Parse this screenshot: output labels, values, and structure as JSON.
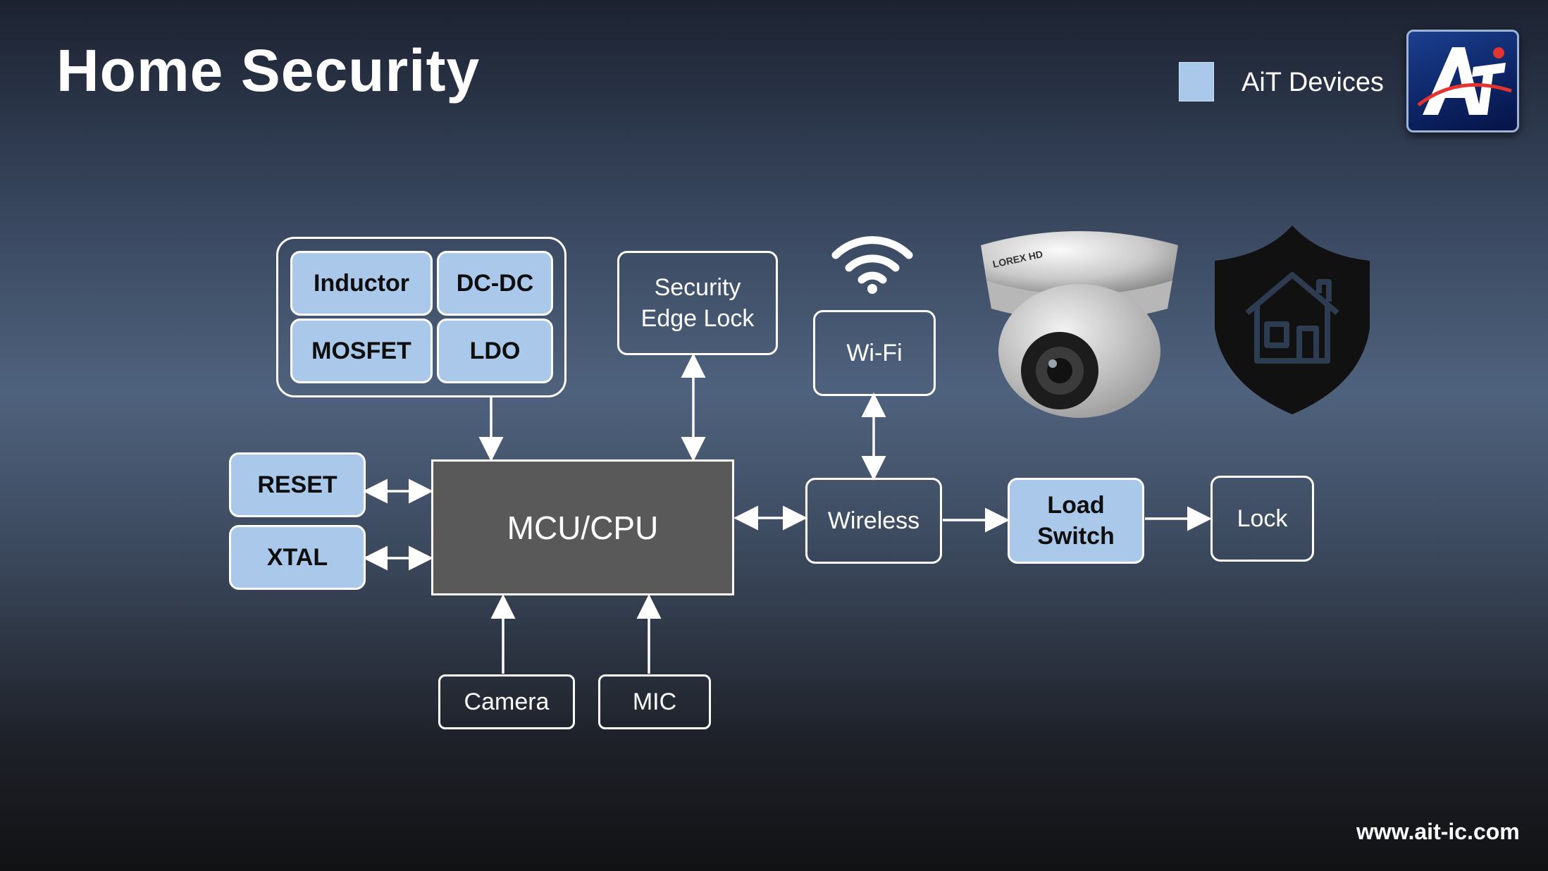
{
  "title": "Home Security",
  "legend": {
    "label": "AiT Devices",
    "swatch_color": "#a9c8ea"
  },
  "logo": {
    "icon": "ait-logo-icon"
  },
  "power_group": {
    "items": [
      "Inductor",
      "DC-DC",
      "MOSFET",
      "LDO"
    ]
  },
  "nodes": {
    "reset": "RESET",
    "xtal": "XTAL",
    "mcu": "MCU/CPU",
    "edge_lock_line1": "Security",
    "edge_lock_line2": "Edge Lock",
    "wifi": "Wi-Fi",
    "wireless": "Wireless",
    "load_switch_line1": "Load",
    "load_switch_line2": "Switch",
    "lock": "Lock",
    "camera": "Camera",
    "mic": "MIC"
  },
  "icons": {
    "wifi_signal": "wifi-signal-icon",
    "dome_camera": "dome-camera-image",
    "shield_home": "shield-home-icon"
  },
  "camera_brand": "LOREX HD",
  "colors": {
    "ait_device": "#a9c8ea",
    "mcu": "#595959"
  },
  "footer": "www.ait-ic.com"
}
